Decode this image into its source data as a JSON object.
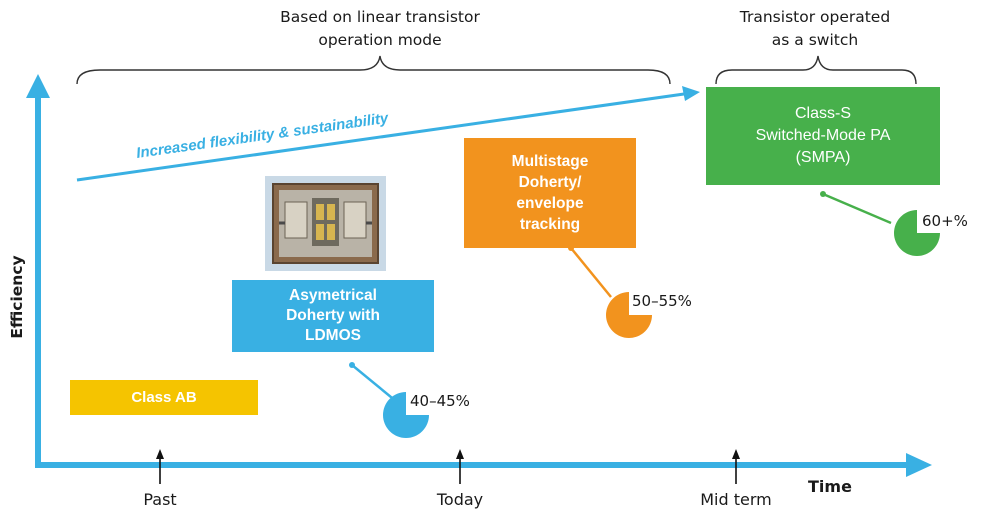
{
  "header": {
    "linear_mode": [
      "Based on linear transistor",
      "operation mode"
    ],
    "switch_mode": [
      "Transistor operated",
      "as a switch"
    ]
  },
  "trend_label": "Increased flexibility & sustainability",
  "axes": {
    "y_label": "Efficiency",
    "x_label": "Time",
    "ticks": [
      "Past",
      "Today",
      "Mid term"
    ]
  },
  "stages": [
    {
      "lines": [
        "Class AB"
      ],
      "color": "#f5c400"
    },
    {
      "lines": [
        "Asymetrical",
        "Doherty with",
        "LDMOS"
      ],
      "color": "#39b0e3",
      "efficiency": "40–45%"
    },
    {
      "lines": [
        "Multistage",
        "Doherty/",
        "envelope",
        "tracking"
      ],
      "color": "#f2931e",
      "efficiency": "50–55%"
    },
    {
      "lines": [
        "Class-S",
        "Switched-Mode PA",
        "(SMPA)"
      ],
      "color": "#47b04b",
      "efficiency": "60+%"
    }
  ],
  "colors": {
    "axis": "#39b0e3",
    "text": "#1a1a1a",
    "brace": "#333333"
  },
  "icons": [
    "chip-photo-icon",
    "pie-indicator-icon",
    "up-arrow-icon"
  ]
}
